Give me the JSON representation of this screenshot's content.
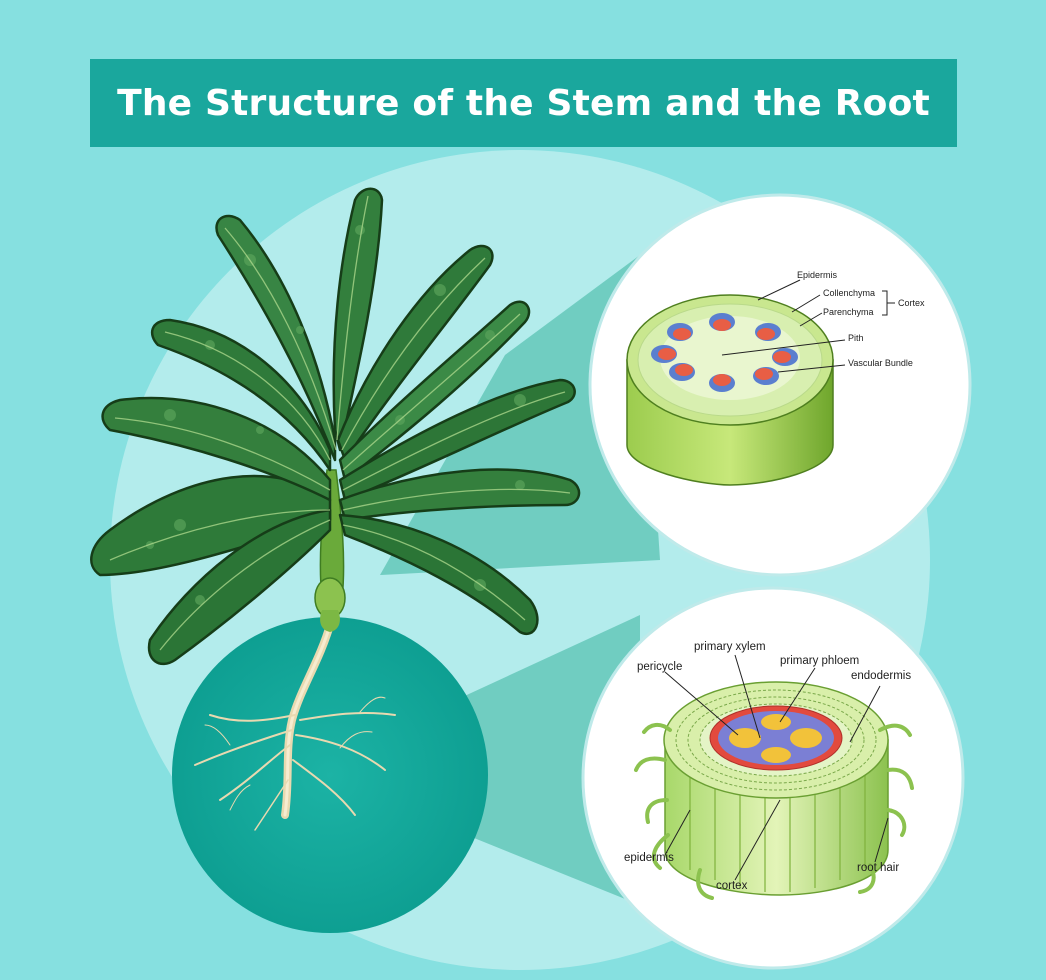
{
  "title": "The Structure of the Stem and the Root",
  "stem_diagram": {
    "labels": {
      "epidermis": "Epidermis",
      "collenchyma": "Collenchyma",
      "parenchyma": "Parenchyma",
      "cortex": "Cortex",
      "pith": "Pith",
      "vascular_bundle": "Vascular Bundle"
    }
  },
  "root_diagram": {
    "labels": {
      "primary_xylem": "primary xylem",
      "primary_phloem": "primary phloem",
      "pericycle": "pericycle",
      "endodermis": "endodermis",
      "epidermis": "epidermis",
      "cortex": "cortex",
      "root_hair": "root hair"
    }
  },
  "colors": {
    "background": "#86e0e0",
    "banner": "#1aa79d",
    "root_circle": "#12a89b",
    "leaf": "#2f7d3a",
    "stem_tissue": "#b8dc7a"
  },
  "icons": {
    "plant": "plant-illustration",
    "stem": "stem-cross-section",
    "root": "root-cross-section"
  }
}
